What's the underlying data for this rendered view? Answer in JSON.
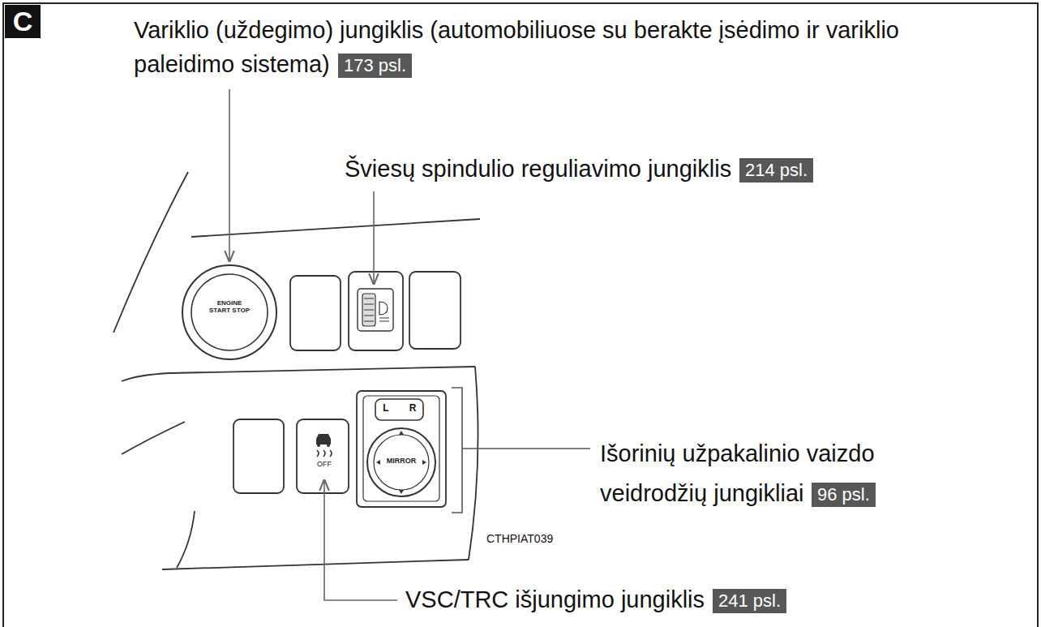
{
  "diagram": {
    "nodes": [
      {
        "text": [
          "C"
        ]
      },
      {
        "text": [
          "173 psl."
        ]
      },
      {
        "text": [
          "214 psl."
        ]
      },
      {
        "text": [
          "96 psl."
        ]
      },
      {
        "text": [
          "241 psl."
        ]
      }
    ],
    "labels": [
      "Variklio (uždegimo) jungiklis (automobiliuose su berakte įsėdimo ir variklio paleidimo sistema)",
      "Šviesų spindulio reguliavimo jungiklis",
      "ENGINE START STOP",
      "L",
      "R",
      "MIRROR",
      "OFF",
      "CTHPIAT039",
      "Išorinių užpakalinio vaizdo veidrodžių jungikliai",
      "VSC/TRC išjungimo jungiklis"
    ]
  }
}
